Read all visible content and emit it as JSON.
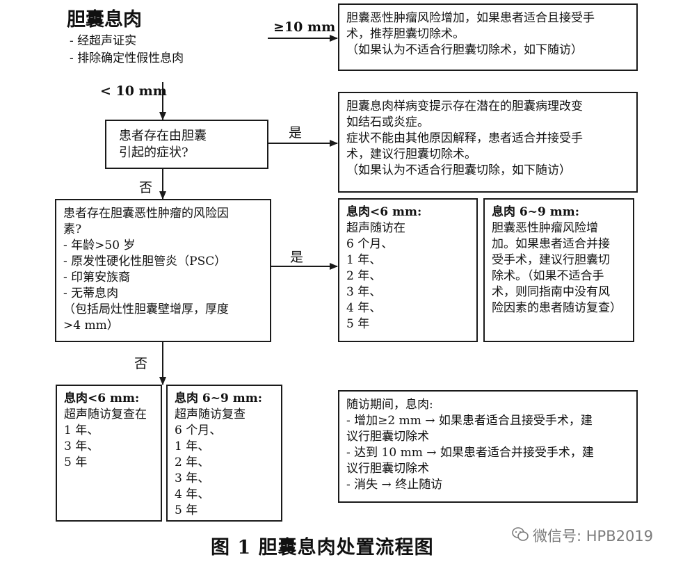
{
  "header": {
    "title": "胆囊息肉",
    "bullets": [
      "- 经超声证实",
      "- 排除确定性假性息肉"
    ]
  },
  "edges": {
    "ge10": "≥10 mm",
    "lt10": "< 10 mm",
    "yes1": "是",
    "no1": "否",
    "yes2": "是",
    "no2": "否"
  },
  "boxes": {
    "surgery_top": "胆囊恶性肿瘤风险增加，如果患者适合且接受手\n术，推荐胆囊切除术。\n  （如果认为不适合行胆囊切除术，如下随访）",
    "symptom_q": "患者存在由胆囊\n引起的症状?",
    "symptom_yes": "胆囊息肉样病变提示存在潜在的胆囊病理改变\n如结石或炎症。\n症状不能由其他原因解释，患者适合并接受手\n术，建议行胆囊切除术。\n  （如果认为不适合行胆囊切除，如下随访）",
    "risk_q": "患者存在胆囊恶性肿瘤的风险因\n素?\n- 年龄>50 岁\n- 原发性硬化性胆管炎（PSC）\n- 印第安族裔\n- 无蒂息肉\n  （包括局灶性胆囊壁增厚，厚度\n>4 mm）",
    "risk_lt6_title": "息肉<6 mm:",
    "risk_lt6_body": "超声随访在\n6 个月、\n1 年、\n2 年、\n3 年、\n4 年、\n5 年",
    "risk_69_title": "息肉 6~9 mm:",
    "risk_69_body": "胆囊恶性肿瘤风险增\n加。如果患者适合并接\n受手术，建议行胆囊切\n除术。（如果不适合手\n术，则同指南中没有风\n险因素的患者随访复查）",
    "norisk_lt6_title": "息肉<6 mm:",
    "norisk_lt6_body": "超声随访复查在\n1 年、\n3 年、\n5 年",
    "norisk_69_title": "息肉 6~9 mm:",
    "norisk_69_body": "超声随访复查\n6 个月、\n1 年、\n2 年、\n3 年、\n4 年、\n5 年",
    "followup": "随访期间，息肉:\n- 增加≥2 mm → 如果患者适合且接受手术，建\n  议行胆囊切除术\n- 达到 10 mm → 如果患者适合并接受手术，建\n  议行胆囊切除术\n- 消失 → 终止随访"
  },
  "caption": "图 1    胆囊息肉处置流程图",
  "watermark": {
    "icon": "wechat-icon",
    "text": "微信号: HPB2019"
  },
  "colors": {
    "line": "#1a1a1a",
    "watermark": "#7a7a7a"
  }
}
